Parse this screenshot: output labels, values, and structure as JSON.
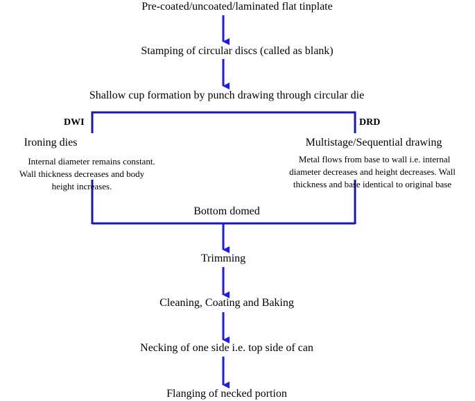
{
  "colors": {
    "arrow": "#1a1aff",
    "bracket": "#1414c8",
    "text": "#000000"
  },
  "steps": [
    "Pre-coated/uncoated/laminated flat tinplate",
    "Stamping of circular discs (called as blank)",
    "Shallow cup formation by punch drawing through circular die",
    "Bottom domed",
    "Trimming",
    "Cleaning,  Coating and Baking",
    "Necking of one side i.e. top side of can",
    "Flanging  of necked portion"
  ],
  "branches": {
    "left": {
      "tag": "DWI",
      "title": "Ironing dies",
      "description": [
        "Internal diameter remains constant.",
        "Wall thickness  decreases and body",
        "height  increases."
      ]
    },
    "right": {
      "tag": "DRD",
      "title": "Multistage/Sequential  drawing",
      "description": [
        "Metal flows  from  base to wall  i.e. internal",
        "diameter  decreases and height  decreases. Wall",
        "thickness  and base identical  to original base"
      ]
    }
  }
}
